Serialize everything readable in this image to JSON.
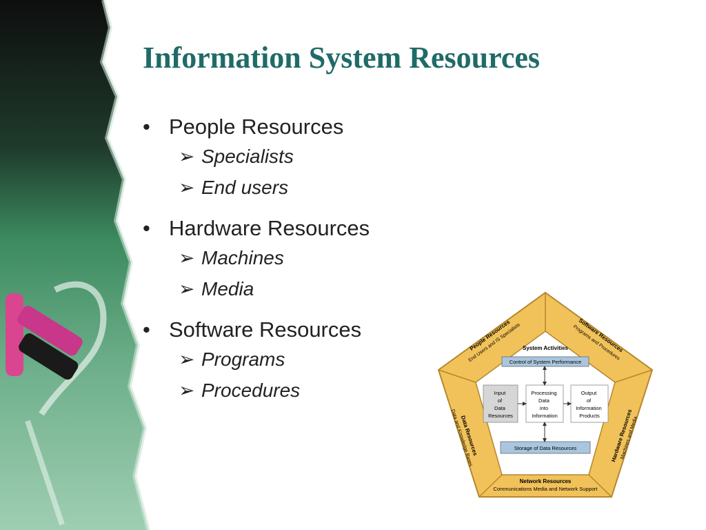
{
  "slide": {
    "title": "Information System Resources",
    "groups": [
      {
        "label": "People Resources",
        "items": [
          "Specialists",
          "End users"
        ]
      },
      {
        "label": "Hardware Resources",
        "items": [
          "Machines",
          "Media"
        ]
      },
      {
        "label": "Software Resources",
        "items": [
          "Programs",
          "Procedures"
        ]
      }
    ]
  },
  "diagram": {
    "center_title": "System Activities",
    "control": "Control of System Performance",
    "storage": "Storage of Data Resources",
    "input": [
      "Input",
      "of",
      "Data",
      "Resources"
    ],
    "processing": [
      "Processing",
      "Data",
      "into",
      "Information"
    ],
    "output": [
      "Output",
      "of",
      "Information",
      "Products"
    ],
    "people": {
      "title": "People Resources",
      "sub": "End Users and IS Specialists"
    },
    "software": {
      "title": "Software Resources",
      "sub": "Programs and Procedures"
    },
    "hardware": {
      "title": "Hardware Resources",
      "sub": "Machines and Media"
    },
    "network": {
      "title": "Network Resources",
      "sub": "Communications Media and Network Support"
    },
    "data": {
      "title": "Data Resources",
      "sub": "Data and Knowledge Bases"
    }
  },
  "colors": {
    "title": "#1f6b67",
    "pentagon": "#f2c25a",
    "box": "#a9c6de"
  }
}
